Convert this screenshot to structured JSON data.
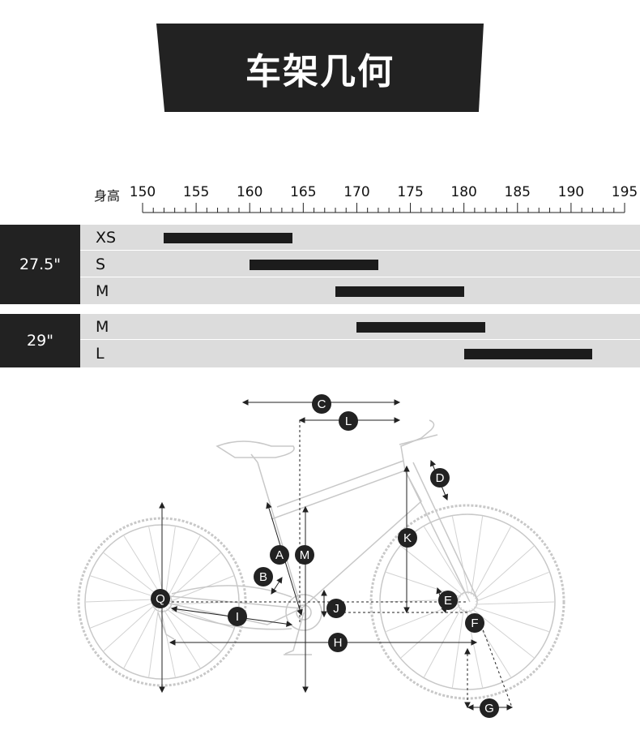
{
  "title": "车架几何",
  "height_chart": {
    "label": "身高",
    "ticks": [
      "150",
      "155",
      "160",
      "165",
      "170",
      "175",
      "180",
      "185",
      "190",
      "195"
    ],
    "min": 150,
    "max": 195,
    "groups": [
      {
        "wheel": "27.5\"",
        "sizes": [
          {
            "size": "XS",
            "min": 152,
            "max": 164
          },
          {
            "size": "S",
            "min": 160,
            "max": 172
          },
          {
            "size": "M",
            "min": 168,
            "max": 180
          }
        ]
      },
      {
        "wheel": "29\"",
        "sizes": [
          {
            "size": "M",
            "min": 170,
            "max": 182
          },
          {
            "size": "L",
            "min": 180,
            "max": 192
          }
        ]
      }
    ]
  },
  "geometry_labels": [
    "A",
    "B",
    "C",
    "D",
    "E",
    "F",
    "G",
    "H",
    "I",
    "J",
    "K",
    "L",
    "M",
    "Q"
  ],
  "colors": {
    "dark": "#222222",
    "row_bg": "#dcdcdc",
    "bar": "#1c1c1c",
    "sketch": "#c8c8c8"
  }
}
